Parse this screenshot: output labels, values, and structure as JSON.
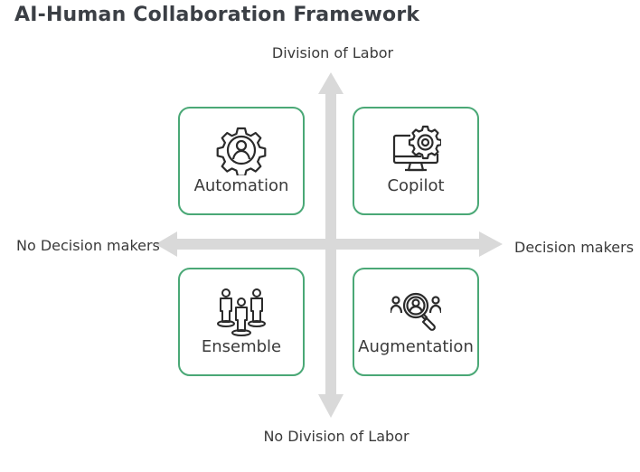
{
  "title": "AI-Human Collaboration Framework",
  "axes": {
    "top": "Division of Labor",
    "bottom": "No Division of Labor",
    "left": "No Decision makers",
    "right": "Decision makers"
  },
  "quadrants": [
    {
      "label": "Automation",
      "icon": "gear-person-icon"
    },
    {
      "label": "Copilot",
      "icon": "monitor-gear-icon"
    },
    {
      "label": "Ensemble",
      "icon": "group-people-icon"
    },
    {
      "label": "Augmentation",
      "icon": "magnifier-people-icon"
    }
  ],
  "colors": {
    "card_border": "#4aa876",
    "axis_arrow": "#d9d9d9",
    "title": "#3b3f45",
    "text": "#3a3a3a"
  }
}
